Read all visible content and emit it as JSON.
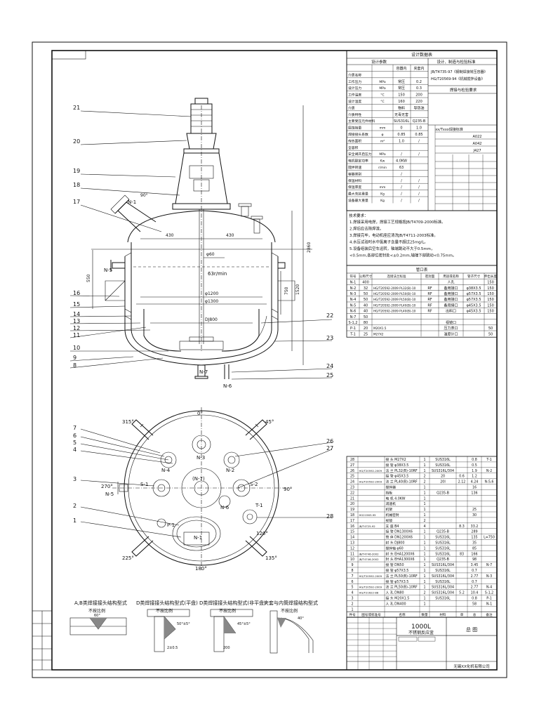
{
  "drawing": {
    "title_block": {
      "volume": "1000L",
      "name": "不锈钢反应釜",
      "drawing_type": "总 图",
      "company": "无锡XX化机有限公司"
    },
    "design_data_title": "设计数据表",
    "design_params_header": "设计参数",
    "standards_header": "设计、制造与检验标准",
    "standards": [
      "JB/T4735-97",
      "HG/T20569-94"
    ],
    "standards_codes": [
      "JB/T4735-97《钢制焊接常压容器》",
      "HG/T20569-94《机械搅拌设备》"
    ],
    "params_cols": [
      "容器内",
      "夹套内"
    ],
    "params": [
      {
        "label": "介质名称",
        "unit": "",
        "a": "",
        "b": ""
      },
      {
        "label": "工作压力",
        "unit": "MPa",
        "a": "常压",
        "b": "0.2"
      },
      {
        "label": "设计压力",
        "unit": "MPa",
        "a": "常压",
        "b": "0.3"
      },
      {
        "label": "工作温度",
        "unit": "°C",
        "a": "150",
        "b": "200"
      },
      {
        "label": "设计温度",
        "unit": "°C",
        "a": "160",
        "b": "220"
      },
      {
        "label": "介质",
        "unit": "",
        "a": "物料",
        "b": "导热油"
      },
      {
        "label": "介质特性",
        "unit": "",
        "a": "无毒无害",
        "b": ""
      },
      {
        "label": "主要受压元件材料",
        "unit": "",
        "a": "SUS316L",
        "b": "Q235-B"
      },
      {
        "label": "腐蚀裕量",
        "unit": "mm",
        "a": "0",
        "b": "1.0"
      },
      {
        "label": "焊接接头系数",
        "unit": "φ",
        "a": "0.85",
        "b": "0.85"
      },
      {
        "label": "传热面积",
        "unit": "m²",
        "a": "1.0",
        "b": "/"
      },
      {
        "label": "全容积",
        "unit": "",
        "a": "",
        "b": ""
      },
      {
        "label": "安全阀开启压力",
        "unit": "MPa",
        "a": "/",
        "b": "/"
      },
      {
        "label": "电机额定功率",
        "unit": "Kw",
        "a": "4.0KW",
        "b": ""
      },
      {
        "label": "搅拌转速",
        "unit": "r/min",
        "a": "63",
        "b": ""
      },
      {
        "label": "容器类别",
        "unit": "",
        "a": "/",
        "b": ""
      },
      {
        "label": "保温材料",
        "unit": "",
        "a": "/",
        "b": "/"
      },
      {
        "label": "保温厚度",
        "unit": "mm",
        "a": "/",
        "b": "/"
      },
      {
        "label": "最大充装重量",
        "unit": "Kg",
        "a": "/",
        "b": "/"
      },
      {
        "label": "设备最大重量",
        "unit": "Kg",
        "a": "/",
        "b": "/"
      }
    ],
    "welding": {
      "title": "焊接与检验要求",
      "codes": [
        "xx/Txxx焊接标准",
        "A022",
        "A042",
        "J427"
      ]
    },
    "tech_req_title": "技术要求：",
    "tech_requirements": [
      "1.焊接采用电焊，焊接工艺规格按JB/T4709-2000标准。",
      "2.焊后应去除焊渣。",
      "3.焊接完毕，电动机座应清洗JB/T4711-2003标准。",
      "4.水压试验时水中氯离子含量不超过25mg/L。",
      "5.设备组装后空车运转，轴端跳动不大于0.5mm，",
      "<0.5mm,各部位密封处<±0.2mm,轴端下部跳动<0.75mm。"
    ],
    "nozzle_title": "管口表",
    "nozzle_headers": [
      "符号",
      "公称尺寸",
      "连接法兰标准",
      "密封面",
      "用途或名称",
      "管子尺寸",
      "伸出长度"
    ],
    "nozzles": [
      [
        "N-1",
        "400",
        "",
        "",
        "人孔",
        "",
        "150"
      ],
      [
        "N-2",
        "32",
        "HG/T20592-2009 PL32(B)-10",
        "RF",
        "备用接口",
        "φ38X3.5",
        "150"
      ],
      [
        "N-3",
        "50",
        "HG/T20592-2009 PL50(B)-10",
        "RF",
        "备用接口",
        "φ57X3.5",
        "150"
      ],
      [
        "N-4",
        "50",
        "HG/T20592-2009 PL50(B)-10",
        "RF",
        "备用接口",
        "φ57X3.5",
        "150"
      ],
      [
        "N-5",
        "40",
        "HG/T20592-2009 PL40(B)-10",
        "RF",
        "备用接口",
        "φ45X3.5",
        "150"
      ],
      [
        "N-6",
        "40",
        "HG/T20592-2009 PL40(B)-10",
        "RF",
        "出料口",
        "φ45X3.5",
        "150"
      ],
      [
        "N-7",
        "50",
        "",
        "",
        "",
        "",
        ""
      ],
      [
        "S-1,2",
        "80",
        "",
        "",
        "视镜口",
        "",
        ""
      ],
      [
        "P-1",
        "20",
        "M20X1.5",
        "",
        "压力表口",
        "",
        "50"
      ],
      [
        "T-1",
        "25",
        "M27X2",
        "",
        "温度计口",
        "",
        "50"
      ]
    ],
    "bom": [
      [
        "28",
        "",
        "接 头 M27X2",
        "1",
        "SUS316L",
        "",
        "0.8",
        "T-1"
      ],
      [
        "27",
        "",
        "接 管 φ38X3.5",
        "1",
        "SUS316L",
        "",
        "0.5",
        ""
      ],
      [
        "26",
        "HG/T20592-2009",
        "法 兰 PL32(B)-10RF",
        "1",
        "SUS316L/304",
        "",
        "1.9",
        "N-2"
      ],
      [
        "25",
        "",
        "接 管 φ45X3.5",
        "2",
        "20",
        "0.6",
        "1.2",
        ""
      ],
      [
        "24",
        "HG/T20592-2009",
        "法 兰 PL40(B)-10RF",
        "2",
        "20I",
        "2.12",
        "4.24",
        "N-5,6"
      ],
      [
        "23",
        "",
        "搅拌器",
        "1",
        "",
        "",
        "16",
        ""
      ],
      [
        "22",
        "",
        "挡板",
        "1",
        "Q235-B",
        "",
        "136",
        ""
      ],
      [
        "21",
        "",
        "电 机 4.0KW",
        "1",
        "",
        "",
        "",
        ""
      ],
      [
        "20",
        "",
        "减速机",
        "1",
        "",
        "",
        "",
        ""
      ],
      [
        "19",
        "",
        "机架",
        "1",
        "",
        "",
        "25",
        ""
      ],
      [
        "18",
        "HG21563-95",
        "机械密封",
        "1",
        "",
        "",
        "30",
        ""
      ],
      [
        "17",
        "",
        "视镜",
        "2",
        "",
        "",
        "",
        ""
      ],
      [
        "16",
        "JB/T4725-92",
        "支 座 B4",
        "4",
        "",
        "8.3",
        "33.2",
        ""
      ],
      [
        "15",
        "",
        "接 管 DN1300X6",
        "1",
        "Q235-B",
        "",
        "289",
        ""
      ],
      [
        "14",
        "",
        "筒 体 DN1200X6",
        "1",
        "SUS316L",
        "",
        "135",
        "L=750"
      ],
      [
        "13",
        "",
        "封 头 DJ800",
        "1",
        "SUS316L",
        "",
        "35",
        ""
      ],
      [
        "12",
        "",
        "搅拌轴 φ60",
        "1",
        "SUS316L",
        "",
        "85",
        ""
      ],
      [
        "11",
        "JB/T4746-2002",
        "封 头 EHA1200X6",
        "1",
        "SUS316L",
        "83",
        "166",
        ""
      ],
      [
        "10",
        "JB/T4746-2002",
        "封 头 EHA1300X6",
        "1",
        "Q235-B",
        "",
        "98",
        ""
      ],
      [
        "9",
        "",
        "接 管 DN50",
        "1",
        "SUS316L/304",
        "",
        "3.45",
        "N-7"
      ],
      [
        "8",
        "",
        "接 管 φ57X3.5",
        "1",
        "SUS316L",
        "",
        "0.7",
        ""
      ],
      [
        "7",
        "HG/T20592-2009",
        "法 兰 PL50(B)-10RF",
        "1",
        "SUS316L/304",
        "",
        "2.77",
        "N-3"
      ],
      [
        "6",
        "",
        "接 管 φ57X3.5",
        "1",
        "SUS316L",
        "",
        "0.7",
        ""
      ],
      [
        "5",
        "HG/T20592-2009",
        "法 兰 PL50(B)-10RF",
        "1",
        "SUS316L/304",
        "",
        "2.77",
        "N-4"
      ],
      [
        "4",
        "HG/T21622-88",
        "人 孔 DN80",
        "2",
        "SUS316L/304",
        "5.2",
        "10.4",
        "S-1,2"
      ],
      [
        "3",
        "",
        "接 头 M20X1.5",
        "1",
        "SUS316L",
        "",
        "0.8",
        "P-1"
      ],
      [
        "2",
        "",
        "人 孔 DN400",
        "1",
        "",
        "",
        "58",
        "N-1"
      ],
      [
        "1",
        "",
        "",
        "",
        "",
        "",
        "",
        ""
      ]
    ],
    "bom_headers": [
      "件号",
      "图号或标准号",
      "名称",
      "数量",
      "材料",
      "单",
      "总",
      "备注"
    ],
    "elevation": {
      "part_numbers": [
        "21",
        "20",
        "19",
        "18",
        "17",
        "16",
        "15",
        "14",
        "13",
        "12",
        "11",
        "10",
        "9",
        "8",
        "22",
        "23",
        "24",
        "25"
      ],
      "nozzle_marks": [
        "N-1",
        "N-5",
        "N-7",
        "N-6"
      ],
      "dims": [
        "430",
        "430",
        "φ60",
        "63r/min",
        "φ1200",
        "φ1300",
        "DJ800",
        "550",
        "750",
        "1520",
        "2860",
        "90°"
      ]
    },
    "plan": {
      "angles": [
        "0°",
        "45°",
        "90°",
        "135°",
        "180°",
        "225°",
        "270°",
        "315°",
        "120°"
      ],
      "marks": [
        "N-3",
        "N-4",
        "N-2",
        "S-1",
        "S-2",
        "N-5",
        "N-6",
        "(N-7)",
        "T-1",
        "P-1",
        "N-1"
      ],
      "part_numbers": [
        "7",
        "6",
        "5",
        "4",
        "3",
        "2",
        "1",
        "26",
        "27",
        "28"
      ]
    },
    "weld_details": [
      {
        "title": "A,B类焊接接头结构型式",
        "sub": "不按比例"
      },
      {
        "title": "D类焊接接头结构型式(平盘)",
        "sub": "不按比例"
      },
      {
        "title": "D类焊接接头结构型式(非平盘)",
        "sub": "不按比例"
      },
      {
        "title": "夹套与内筒焊接结构型式",
        "sub": "不按比例"
      }
    ],
    "weld_dims": [
      "60°",
      "50°±5°",
      "45°±5°",
      "40°",
      "2±0.5",
      "200"
    ]
  }
}
